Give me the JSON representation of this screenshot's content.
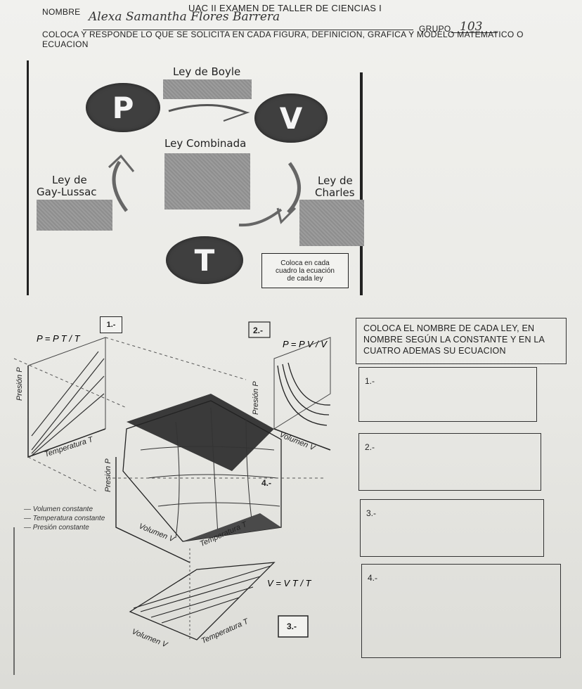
{
  "header": {
    "title": "UAC II EXAMEN DE TALLER DE CIENCIAS I",
    "name_label": "NOMBRE",
    "name_value": "Alexa Samantha Flores Barrera",
    "group_label": "GRUPO",
    "group_value": "103",
    "instructions": "COLOCA Y RESPONDE LO QUE SE SOLICITA EN CADA FIGURA, DEFINICION, GRAFICA Y MODELO MATEMATICO O",
    "instructions_2": "ECUACION"
  },
  "cycle_diagram": {
    "boyle": "Ley de Boyle",
    "combined": "Ley Combinada",
    "gay_lussac_1": "Ley de",
    "gay_lussac_2": "Gay-Lussac",
    "charles_1": "Ley de",
    "charles_2": "Charles",
    "p_letter": "P",
    "v_letter": "V",
    "t_letter": "T",
    "note": [
      "Coloca en cada",
      "cuadro la ecuación",
      "de cada ley"
    ]
  },
  "graphs": {
    "g1_label": "1.-",
    "g2_label": "2.-",
    "g3_label": "3.-",
    "g4_label": "4.-",
    "presion": "Presión  P",
    "temperatura": "Temperatura  T",
    "volumen": "Volumen  V",
    "legend": [
      "— Volumen constante",
      "— Temperatura constante",
      "— Presión constante"
    ]
  },
  "right_panel": {
    "prompt": "COLOCA EL NOMBRE DE CADA LEY, EN NOMBRE SEGÚN LA CONSTANTE Y EN LA CUATRO ADEMAS SU ECUACION",
    "answers": [
      "1.-",
      "2.-",
      "3.-",
      "4.-"
    ]
  }
}
